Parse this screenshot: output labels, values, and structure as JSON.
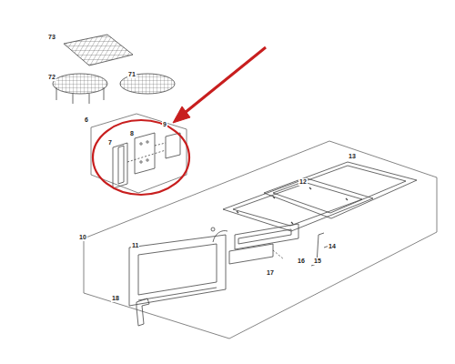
{
  "diagram": {
    "labels": [
      "73",
      "72",
      "71",
      "6",
      "9",
      "8",
      "7",
      "13",
      "12",
      "10",
      "11",
      "14",
      "15",
      "16",
      "17",
      "18"
    ]
  }
}
